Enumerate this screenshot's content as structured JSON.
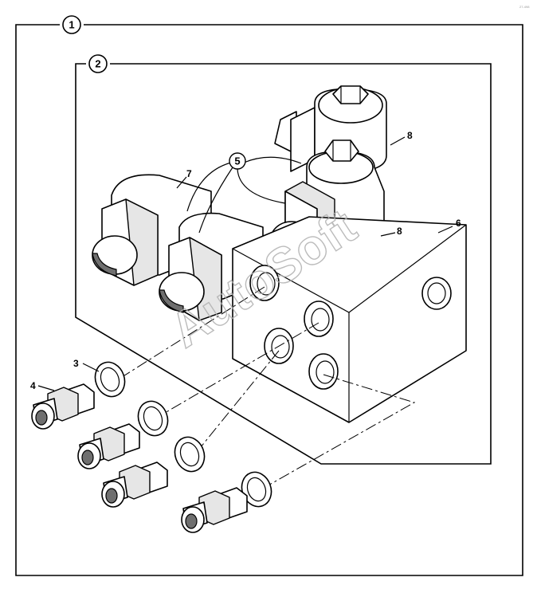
{
  "diagram": {
    "callouts": {
      "assembly": "1",
      "subassembly": "2",
      "washer": "3",
      "fitting": "4",
      "coil_group": "5",
      "valve_body": "6",
      "solenoid_valve": "7",
      "solenoid_top": "8",
      "solenoid_front": "8"
    },
    "watermark": "AutoSoft",
    "corner_mark": "27-498"
  }
}
